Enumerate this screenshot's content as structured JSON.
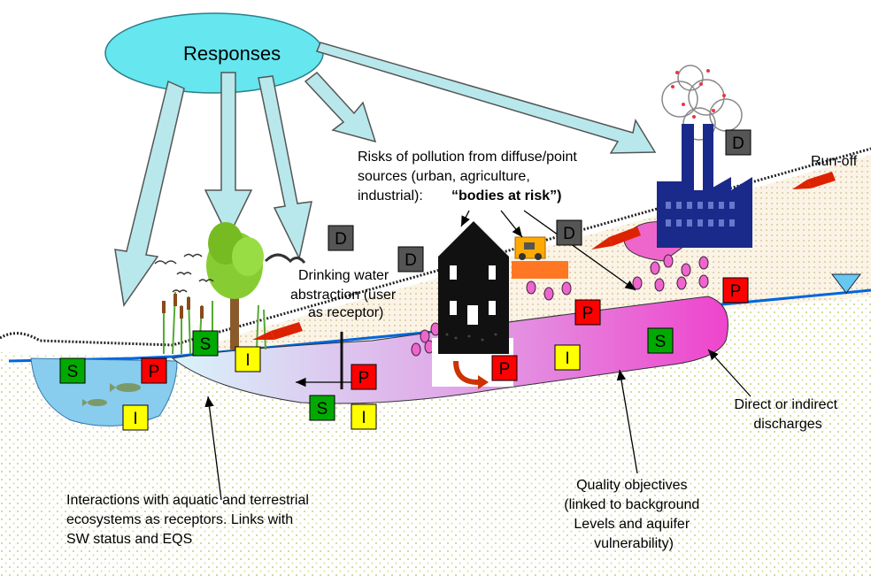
{
  "title": "Responses",
  "labels": {
    "risks": [
      "Risks of pollution from diffuse/point",
      "sources (urban, agriculture,",
      "industrial): "
    ],
    "risks_bold": "“bodies at risk”)",
    "runoff": "Run-off",
    "drinking": [
      "Drinking water",
      "abstraction (user",
      "as receptor)"
    ],
    "discharges": [
      "Direct or indirect",
      "discharges"
    ],
    "quality": [
      "Quality objectives",
      "(linked to background",
      "Levels and aquifer",
      "vulnerability)"
    ],
    "interactions": [
      "Interactions with aquatic and terrestrial",
      "ecosystems as receptors. Links with",
      "SW status and EQS"
    ]
  },
  "badges": {
    "D": "D",
    "P": "P",
    "S": "S",
    "I": "I"
  },
  "colors": {
    "D": "#555555",
    "P": "#ff0000",
    "S": "#00aa00",
    "I": "#ffff00",
    "ellipse": "#66e6ee",
    "arrow": "#b8e8ec",
    "plume": "#ee55cc",
    "water": "#0066dd"
  }
}
